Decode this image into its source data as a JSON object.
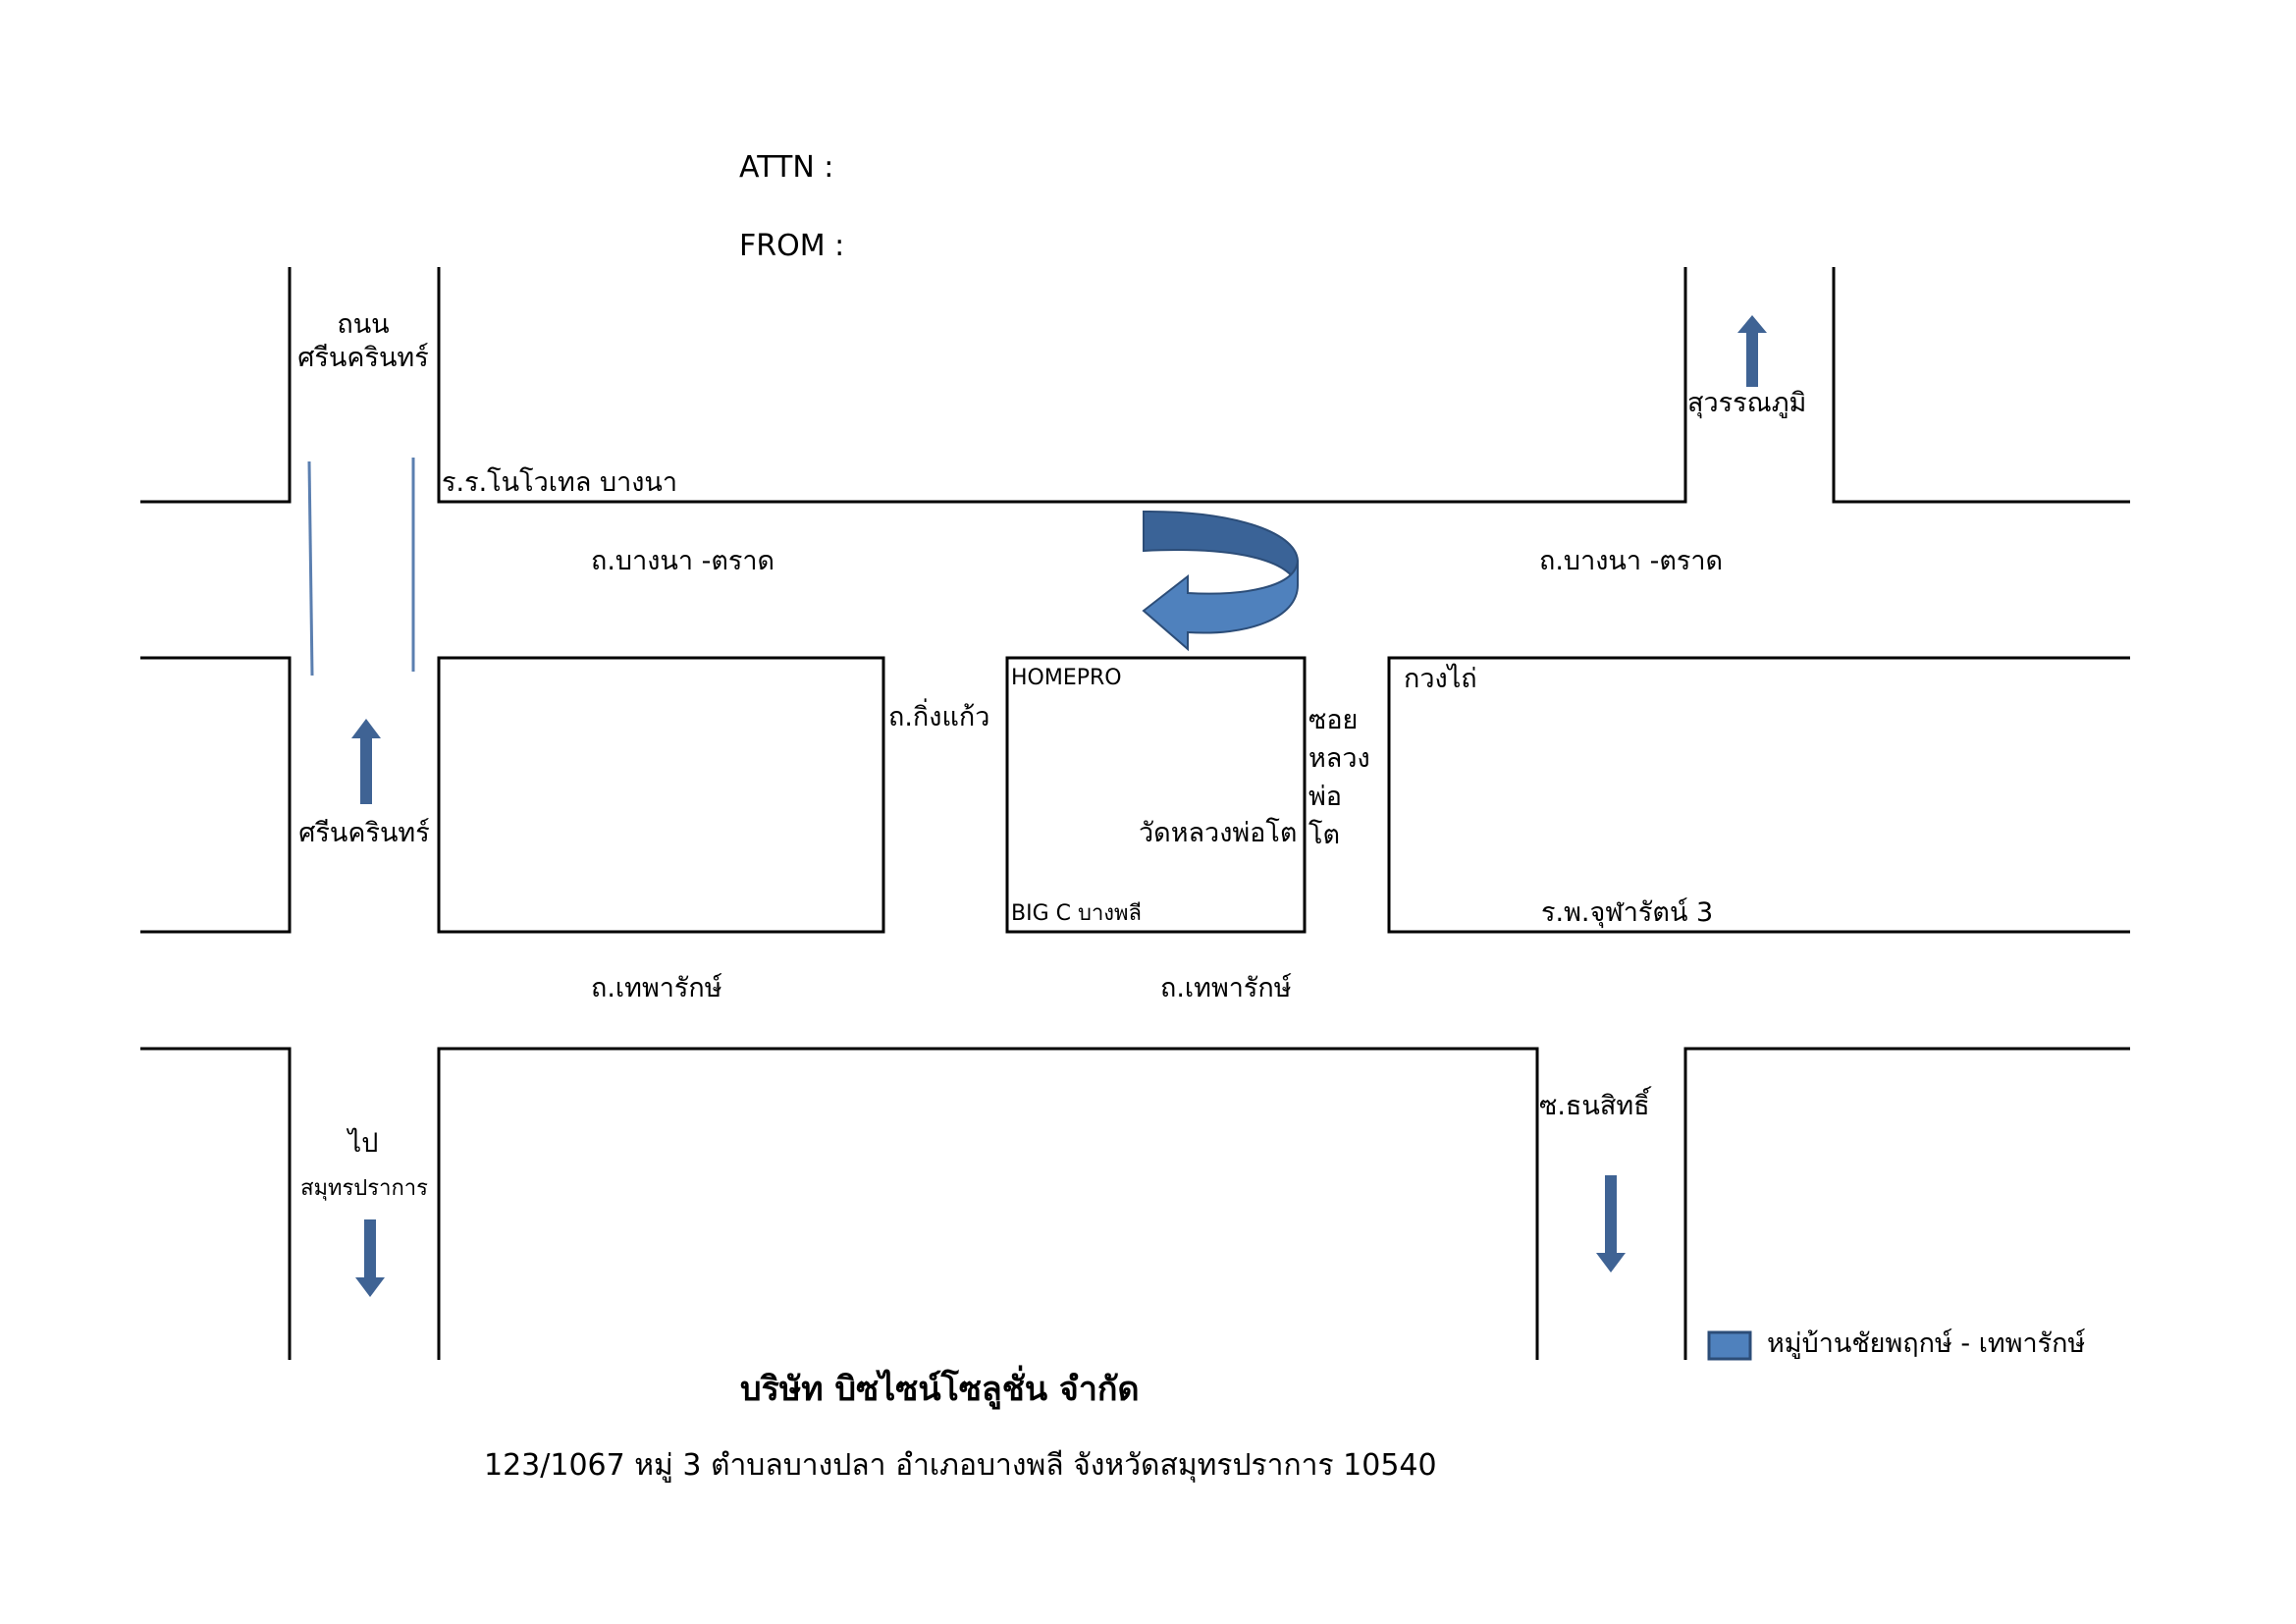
{
  "header": {
    "attn": "ATTN :",
    "from": "FROM :"
  },
  "roads": {
    "srinakarin_top": "ถนน\nศรีนครินทร์",
    "srinakarin_mid": "ศรีนครินทร์",
    "bangna_trat_left": "ถ.บางนา -ตราด",
    "bangna_trat_right": "ถ.บางนา -ตราด",
    "king_kaew": "ถ.กิ่งแก้ว",
    "soi_luang_pho_to": "ซอย\nหลวง\nพ่อ\nโต",
    "thepharak_left": "ถ.เทพารักษ์",
    "thepharak_mid": "ถ.เทพารักษ์",
    "soi_thanasit": "ซ.ธนสิทธิ์",
    "to_samutprakan_1": "ไป",
    "to_samutprakan_2": "สมุทรปราการ",
    "suvarnabhumi": "สุวรรณภูมิ"
  },
  "landmarks": {
    "novotel": "ร.ร.โนโวเทล บางนา",
    "homepro": "HOMEPRO",
    "wat_luang_pho_to": "วัดหลวงพ่อโต",
    "big_c": "BIG C บางพลี",
    "kuang_kai": "กวงไถ่",
    "chulabhorn_hospital": "ร.พ.จุฬารัตน์ 3"
  },
  "legend": {
    "label": "หมู่บ้านชัยพฤกษ์ - เทพารักษ์",
    "color": "#4f81bd"
  },
  "footer": {
    "company": "บริษัท บิซไซน์โซลูชั่น  จำกัด",
    "address": "123/1067  หมู่ 3 ตำบลบางปลา อำเภอบางพลี จังหวัดสมุทรปราการ  10540"
  },
  "colors": {
    "arrow": "#3f6394",
    "uturn_dark": "#3a6397",
    "uturn_light": "#4f81bd",
    "divider": "#5b7fb0"
  }
}
